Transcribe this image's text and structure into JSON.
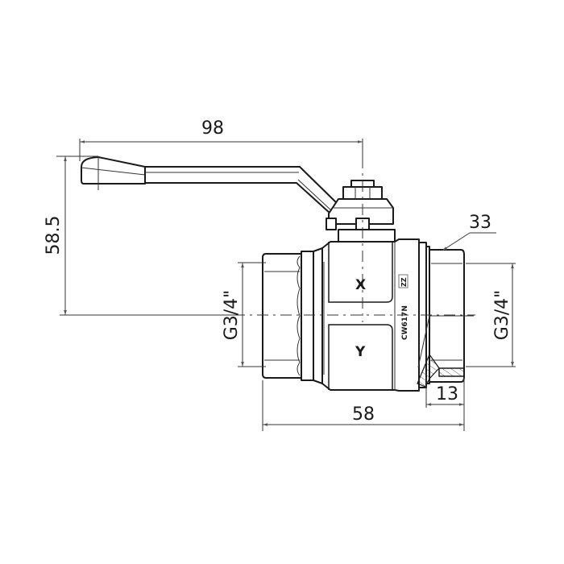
{
  "drawing": {
    "type": "ball-valve-technical-drawing",
    "dimensions": {
      "handle_length": "98",
      "height": "58.5",
      "hex_size": "33",
      "thread_left": "G3/4\"",
      "thread_right": "G3/4\"",
      "body_length": "58",
      "thread_depth": "13"
    },
    "labels": {
      "upper_face": "X",
      "lower_face": "Y",
      "material_mark": "CW617N",
      "logo_mark": "ZZ"
    },
    "colors": {
      "line": "#1a1a1a",
      "background": "#ffffff"
    }
  }
}
